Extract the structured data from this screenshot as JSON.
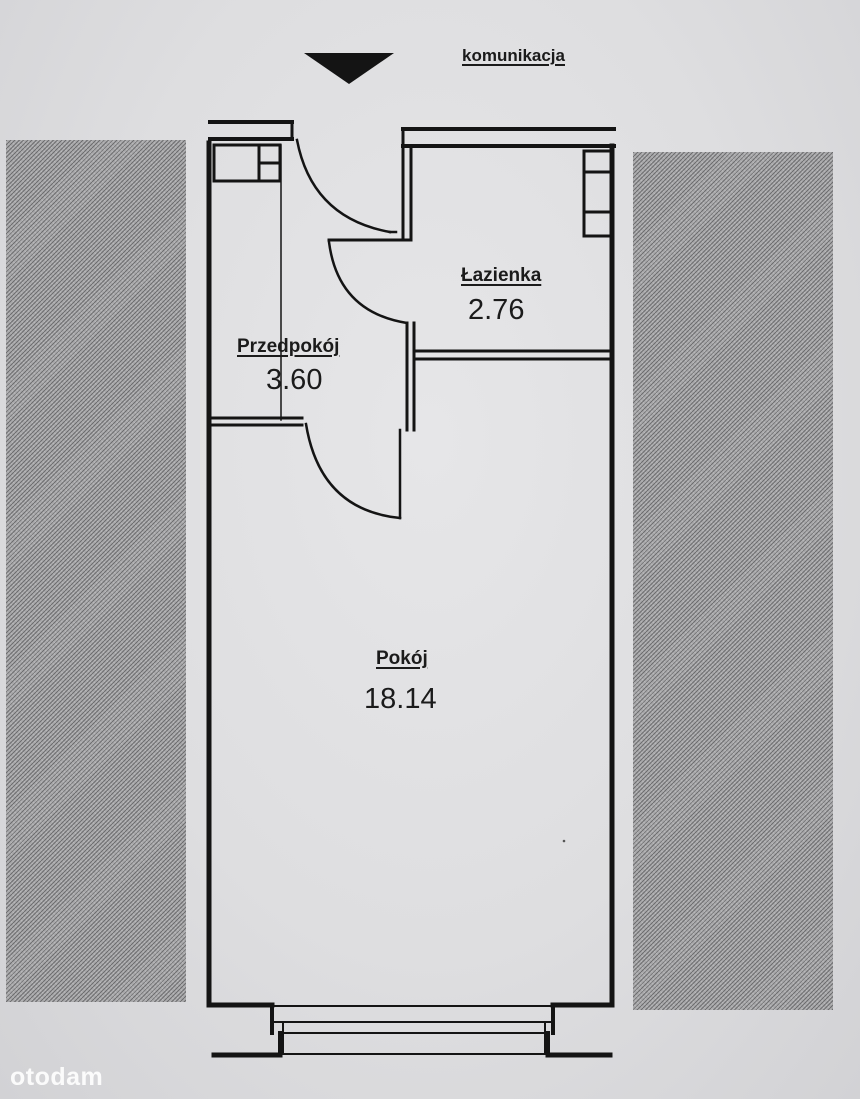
{
  "corridor": {
    "label": "komunikacja",
    "arrow_icon": "entrance-arrow-down"
  },
  "rooms": [
    {
      "id": "przedpokoj",
      "name": "Przedpokój",
      "area": "3.60"
    },
    {
      "id": "lazienka",
      "name": "Łazienka",
      "area": "2.76"
    },
    {
      "id": "pokoj",
      "name": "Pokój",
      "area": "18.14"
    }
  ],
  "watermark": {
    "text": "otodam"
  },
  "colors": {
    "paper": "#dedee0",
    "wall": "#141414",
    "hatch": "#a9a9ab",
    "watermark": "#ffffff"
  }
}
